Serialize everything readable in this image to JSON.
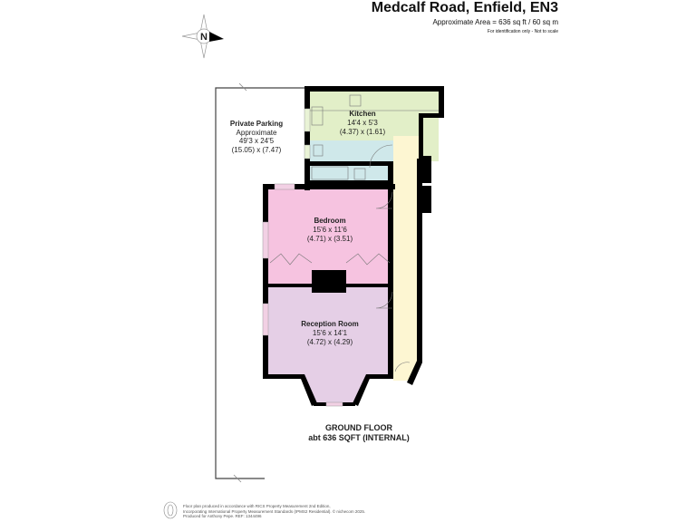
{
  "header": {
    "title": "Medcalf Road, Enfield, EN3",
    "area": "Approximate Area = 636 sq ft / 60 sq m",
    "note": "For identification only - Not to scale"
  },
  "compass": {
    "icon": "compass-north-icon",
    "letter": "N"
  },
  "rooms": {
    "parking": {
      "name": "Private Parking",
      "sub": "Approximate",
      "imperial": "49'3 x  24'5",
      "metric": "(15.05) x (7.47)"
    },
    "kitchen": {
      "name": "Kitchen",
      "imperial": "14'4 x 5'3",
      "metric": "(4.37) x (1.61)"
    },
    "bedroom": {
      "name": "Bedroom",
      "imperial": "15'6 x 11'6",
      "metric": "(4.71) x (3.51)"
    },
    "reception": {
      "name": "Reception Room",
      "imperial": "15'6 x 14'1",
      "metric": "(4.72) x (4.29)"
    }
  },
  "colors": {
    "kitchen": "#e2efc8",
    "bathroom": "#cfe8ea",
    "bedroom": "#f6c3e0",
    "reception": "#e5cfe6",
    "hall": "#fdf6d2",
    "wall": "#000000"
  },
  "floor": {
    "name": "GROUND FLOOR",
    "area": "abt 636 SQFT (INTERNAL)"
  },
  "footer": {
    "line1": "Floor plan produced in accordance with RICS Property Measurement 2nd Edition,",
    "line2": "Incorporating International Property Measurement Standards (IPMS2 Residential).   © nichecom 2025.",
    "line3": "Produced for Anthony Pepe.    REF: 1344496"
  }
}
